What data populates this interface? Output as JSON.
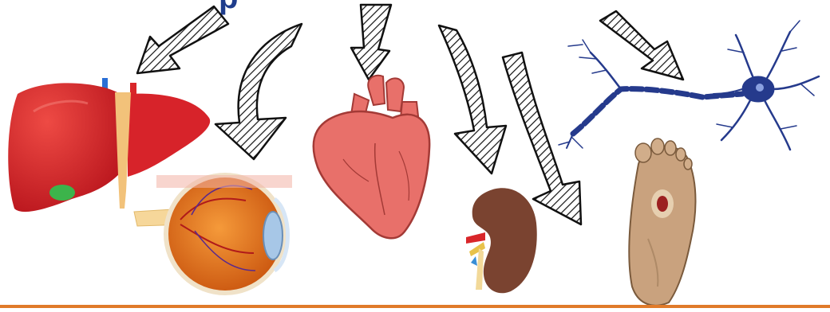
{
  "title_fragment": "p",
  "colors": {
    "title_blue": "#1f3d8c",
    "arrow_stroke": "#111111",
    "rule_orange": "#e07a2a",
    "liver": "#d9262a",
    "liver_ligament": "#f2c27a",
    "gallbladder": "#3cb44b",
    "eye_orange": "#e8741c",
    "heart": "#e8706a",
    "kidney": "#7a4330",
    "neuron": "#253a8c",
    "foot": "#c9a27e",
    "ulcer": "#9c2020"
  },
  "organs": [
    {
      "name": "liver",
      "icon": "liver-icon"
    },
    {
      "name": "eye",
      "icon": "eye-icon"
    },
    {
      "name": "heart",
      "icon": "heart-icon"
    },
    {
      "name": "kidney",
      "icon": "kidney-icon"
    },
    {
      "name": "foot",
      "icon": "foot-ulcer-icon"
    },
    {
      "name": "neuron",
      "icon": "neuron-icon"
    }
  ],
  "arrows": [
    {
      "target": "liver"
    },
    {
      "target": "eye"
    },
    {
      "target": "heart"
    },
    {
      "target": "kidney"
    },
    {
      "target": "foot"
    },
    {
      "target": "neuron"
    }
  ]
}
